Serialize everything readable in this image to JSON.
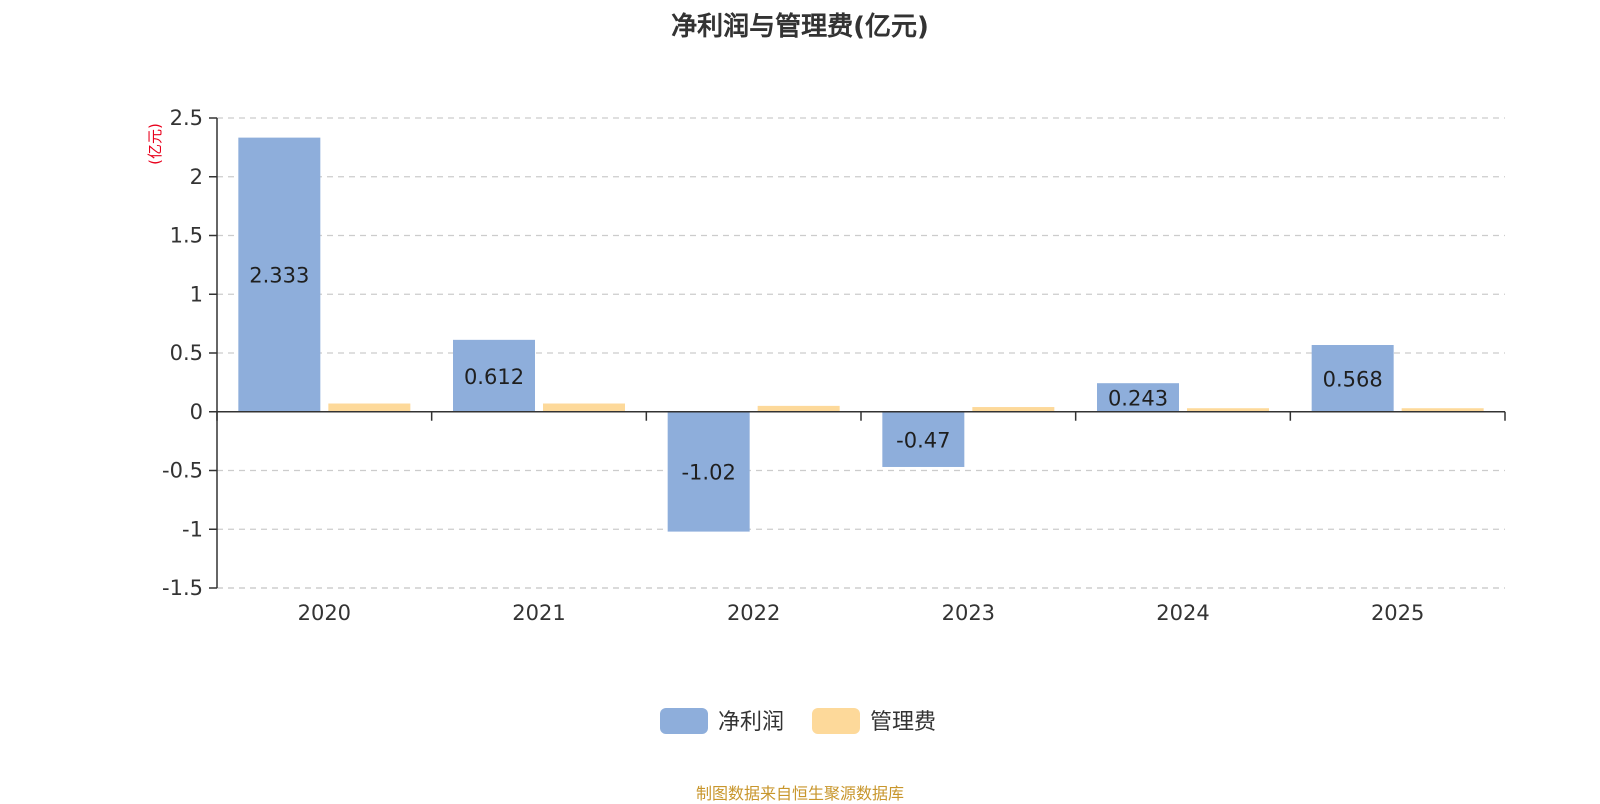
{
  "chart_data": {
    "type": "bar",
    "title": "净利润与管理费(亿元)",
    "unit_label": "(亿元)",
    "categories": [
      "2020",
      "2021",
      "2022",
      "2023",
      "2024",
      "2025"
    ],
    "series": [
      {
        "name": "净利润",
        "color": "#8eaedb",
        "values": [
          2.333,
          0.612,
          -1.02,
          -0.47,
          0.243,
          0.568
        ],
        "labels": [
          "2.333",
          "0.612",
          "-1.02",
          "-0.47",
          "0.243",
          "0.568"
        ]
      },
      {
        "name": "管理费",
        "color": "#fdd99a",
        "values": [
          0.07,
          0.07,
          0.05,
          0.04,
          0.03,
          0.03
        ]
      }
    ],
    "y_ticks": [
      "2.5",
      "2",
      "1.5",
      "1",
      "0.5",
      "0",
      "-0.5",
      "-1",
      "-1.5"
    ],
    "ylim": [
      -1.5,
      2.5
    ],
    "grid": true,
    "grid_style": "dashed",
    "legend_position": "bottom-center"
  },
  "footer": {
    "source": "制图数据来自恒生聚源数据库",
    "source_color": "#c8962c"
  }
}
